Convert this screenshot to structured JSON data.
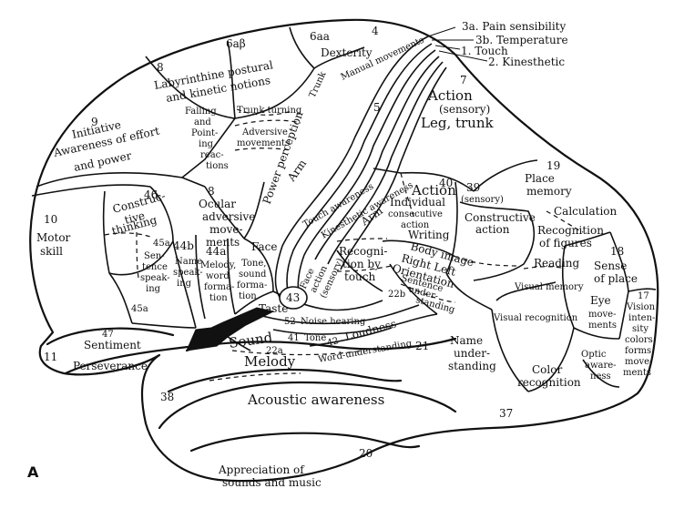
{
  "figure_label": "A",
  "legend": {
    "items": [
      "3a. Pain sensibility",
      "3b. Temperature",
      "1. Touch",
      "2. Kinesthetic"
    ]
  },
  "areas": {
    "a7": {
      "num": "7",
      "lines": [
        "Action",
        "(sensory)",
        "Leg, trunk"
      ]
    },
    "a5": {
      "num": "5"
    },
    "a4": {
      "num": "4",
      "lines": [
        "Dexterity"
      ]
    },
    "a6aa": {
      "num": "6aa"
    },
    "a6ab": {
      "num": "6aβ",
      "lines": [
        "Labyrinthine postural",
        "and kinetic notions"
      ]
    },
    "a8top": {
      "num": "8"
    },
    "a9": {
      "num": "9",
      "lines": [
        "Initiative",
        "Awareness of effort",
        "and power"
      ]
    },
    "a10": {
      "num": "10",
      "lines": [
        "Motor",
        "skill"
      ]
    },
    "a46": {
      "num": "46",
      "lines": [
        "Construc-",
        "tive",
        "thinking"
      ]
    },
    "a45a": {
      "num": "45a",
      "lines": [
        "Sen-",
        "tence",
        "speak-",
        "ing"
      ]
    },
    "a45b": {
      "num": "45a"
    },
    "a44b": {
      "num": "44b",
      "lines": [
        "Name",
        "speak-",
        "ing"
      ]
    },
    "a44a": {
      "num": "44a",
      "lines": [
        "Melody,",
        "word",
        "forma-",
        "tion"
      ]
    },
    "a8mid": {
      "num": "8",
      "lines": [
        "Ocular",
        "adversive",
        "move-",
        "ments"
      ]
    },
    "falling": {
      "lines": [
        "Falling",
        "and",
        "Point-",
        "ing",
        "reac-",
        "tions"
      ]
    },
    "trunk_turning": {
      "lines": [
        "Trunk turning"
      ]
    },
    "adversive": {
      "lines": [
        "Adversive",
        "movements"
      ]
    },
    "power_perception": {
      "lines": [
        "Power perception"
      ]
    },
    "arm": {
      "lines": [
        "Arm",
        "Arm"
      ]
    },
    "trunk": {
      "lines": [
        "Trunk"
      ]
    },
    "manual_movements": {
      "lines": [
        "Manual movements"
      ]
    },
    "face": {
      "lines": [
        "Face"
      ]
    },
    "touch_awareness": {
      "lines": [
        "Touch awareness"
      ]
    },
    "kinesthetic_awareness": {
      "lines": [
        "Kinesthetic awareness"
      ]
    },
    "tone": {
      "lines": [
        "Tone,",
        "sound",
        "forma-",
        "tion"
      ]
    },
    "a43": {
      "num": "43",
      "lines": [
        "Taste"
      ]
    },
    "face_action": {
      "lines": [
        "Face",
        "action",
        "(sensory)"
      ]
    },
    "recog_touch": {
      "lines": [
        "Recogni-",
        "tion by",
        "touch"
      ]
    },
    "a40": {
      "num": "40",
      "lines": [
        "Action",
        "Individual",
        "consecutive",
        "action",
        "Writing"
      ]
    },
    "a39": {
      "num": "39",
      "lines": [
        "(sensory)",
        "Constructive",
        "action"
      ]
    },
    "body_image": {
      "lines": [
        "Body image",
        "Right Left",
        "Orientation"
      ]
    },
    "sentence_understanding": {
      "num": "22b",
      "lines": [
        "Sentence",
        "under-",
        "standing"
      ]
    },
    "a19": {
      "num": "19",
      "lines": [
        "Place",
        "memory",
        "Calculation",
        "Recognition",
        "of figures"
      ]
    },
    "reading": {
      "lines": [
        "Reading"
      ]
    },
    "visual_memory": {
      "lines": [
        "Visual memory"
      ]
    },
    "visual_recognition": {
      "lines": [
        "Visual recognition"
      ]
    },
    "a18": {
      "num": "18",
      "lines": [
        "Sense",
        "of place"
      ]
    },
    "eye_movements": {
      "lines": [
        "Eye",
        "move-",
        "ments"
      ]
    },
    "a17": {
      "num": "17",
      "lines": [
        "Vision",
        "inten-",
        "sity",
        "colors",
        "forms",
        "move-",
        "ments"
      ]
    },
    "optic_awareness": {
      "lines": [
        "Optic",
        "aware-",
        "ness"
      ]
    },
    "color_recognition": {
      "lines": [
        "Color",
        "recognition"
      ]
    },
    "a37": {
      "num": "37",
      "lines": [
        "Name",
        "under-",
        "standing"
      ]
    },
    "a52": {
      "num": "52",
      "lines": [
        "Noise hearing"
      ]
    },
    "a41": {
      "num": "41",
      "lines": [
        "Tone"
      ]
    },
    "a42": {
      "num": "42",
      "lines": [
        "Loudness"
      ]
    },
    "a21": {
      "num": "21",
      "lines": [
        "Word-understanding"
      ]
    },
    "sound": {
      "lines": [
        "Sound"
      ]
    },
    "a22a": {
      "num": "22a",
      "lines": [
        "Melody"
      ]
    },
    "a47": {
      "num": "47",
      "lines": [
        "Sentiment"
      ]
    },
    "a11": {
      "num": "11",
      "lines": [
        "Perseverance"
      ]
    },
    "a38": {
      "num": "38"
    },
    "acoustic": {
      "lines": [
        "Acoustic awareness"
      ]
    },
    "a20": {
      "num": "20",
      "lines": [
        "Appreciation of",
        "sounds and music"
      ]
    }
  }
}
